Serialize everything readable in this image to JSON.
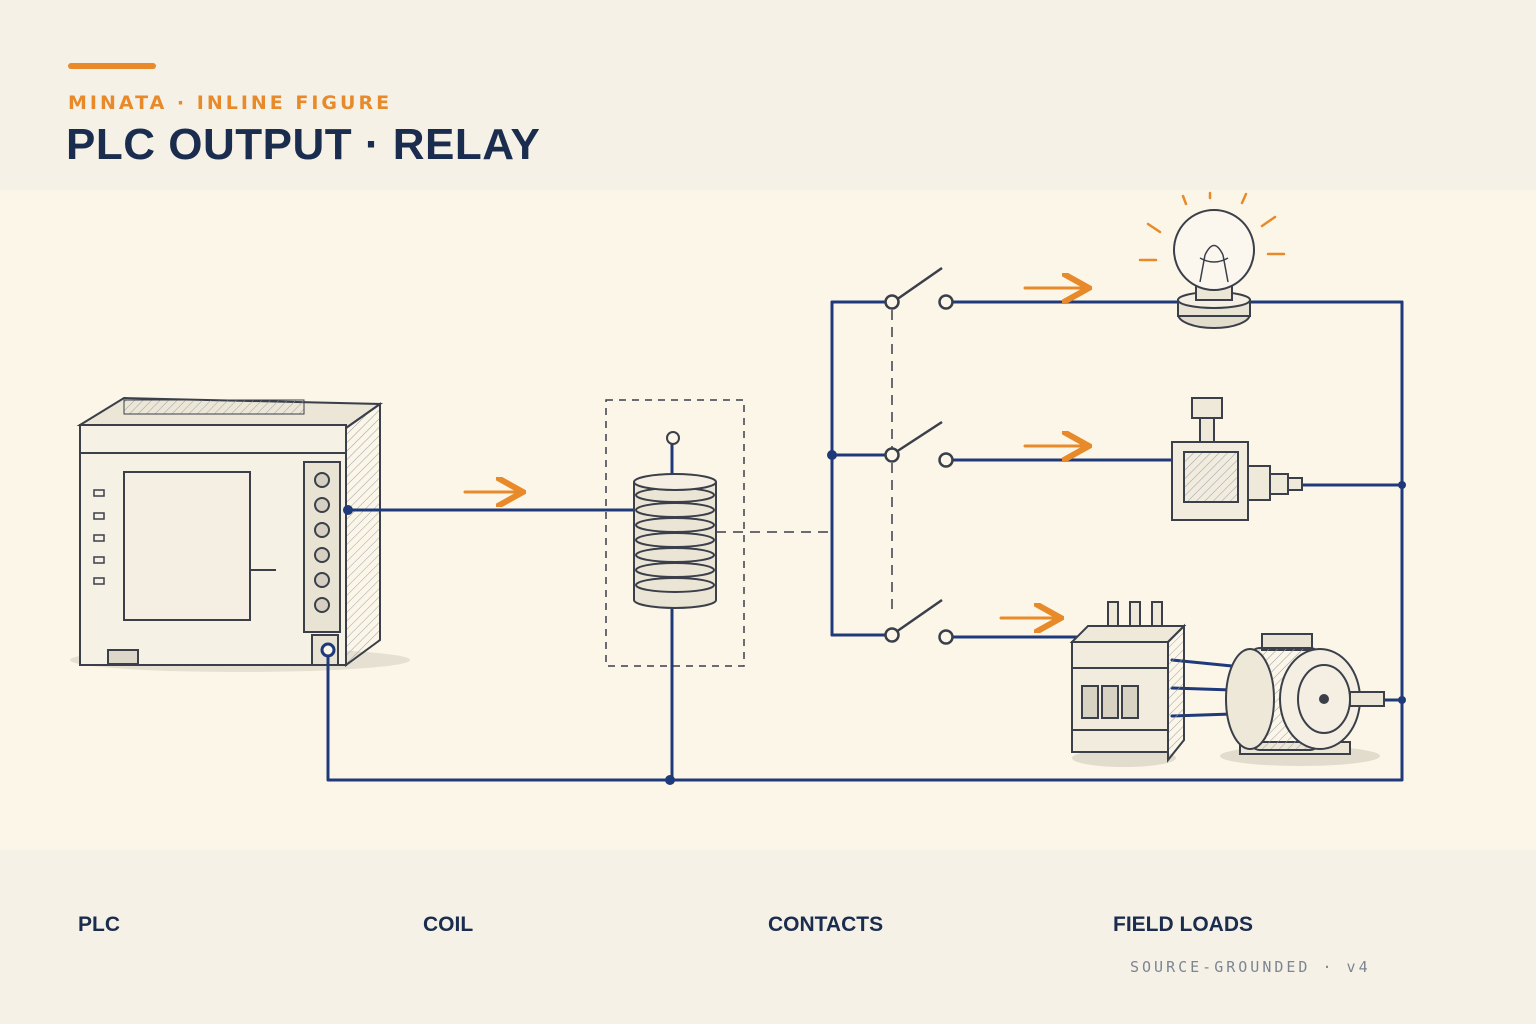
{
  "header": {
    "kicker": "MINATA · INLINE FIGURE",
    "title": "PLC OUTPUT · RELAY"
  },
  "diagram": {
    "components": [
      "plc-cabinet",
      "relay-coil",
      "contact-switch",
      "light-bulb",
      "solenoid-valve",
      "contactor",
      "electric-motor"
    ],
    "colors": {
      "wire": "#1f3a7a",
      "arrow": "#e88a2a",
      "ink": "#3a3f4a"
    }
  },
  "footer": {
    "labels": [
      "PLC",
      "COIL",
      "CONTACTS",
      "FIELD LOADS"
    ],
    "meta": "SOURCE-GROUNDED · v4"
  }
}
